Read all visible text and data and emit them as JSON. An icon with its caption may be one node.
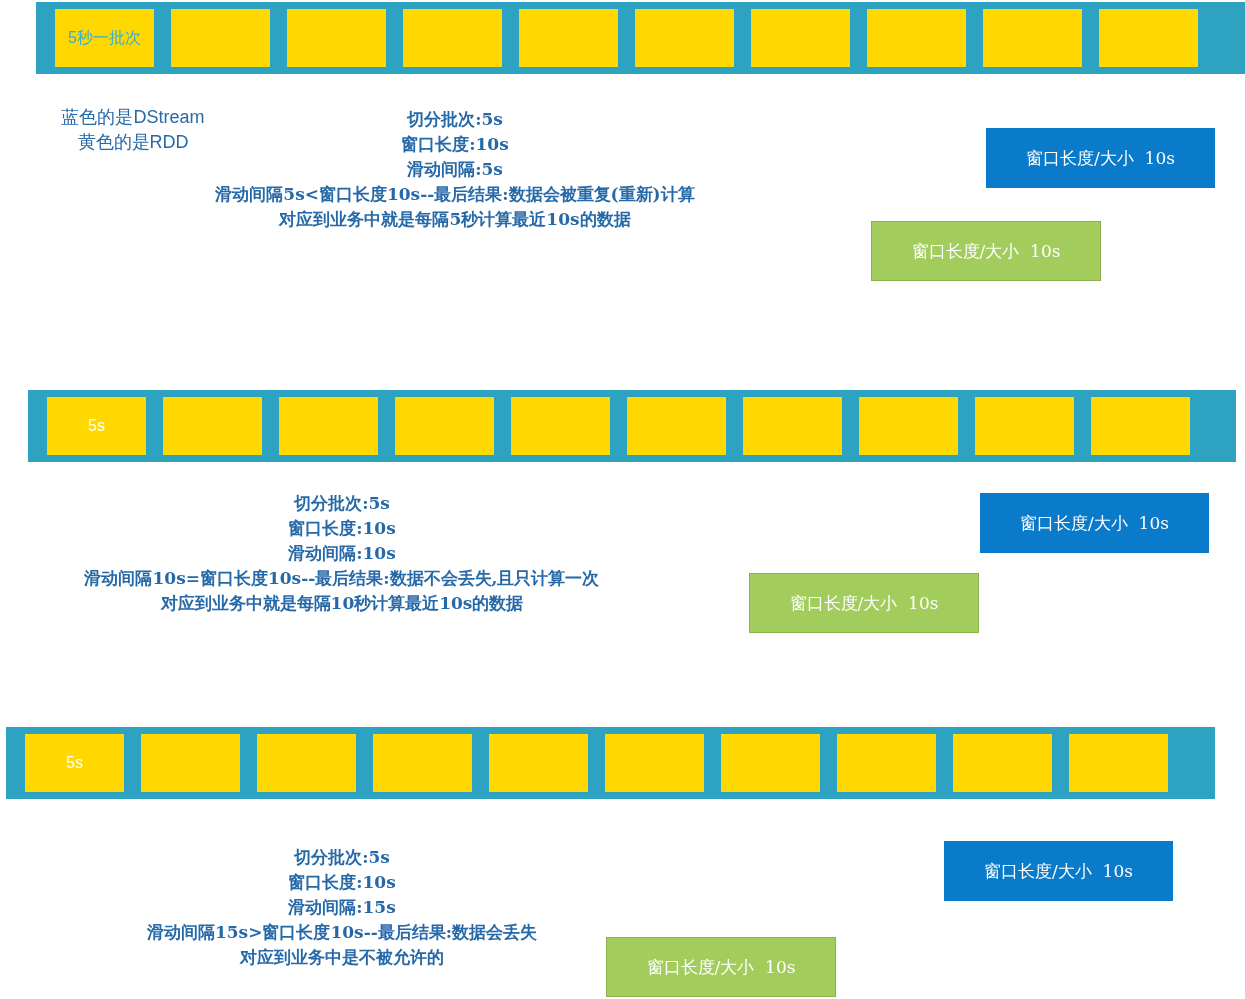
{
  "diagram": {
    "nodes": [
      {
        "text": [],
        "shape": "bar"
      },
      {
        "text": [
          "5秒一批次"
        ],
        "in": 0
      },
      {
        "text": [],
        "shape": "box",
        "in": 0
      },
      {
        "text": [],
        "shape": "box",
        "in": 0
      },
      {
        "text": [],
        "shape": "box",
        "in": 0
      },
      {
        "text": [],
        "shape": "box",
        "in": 0
      },
      {
        "text": [],
        "shape": "box",
        "in": 0
      },
      {
        "text": [],
        "shape": "box",
        "in": 0
      },
      {
        "text": [],
        "shape": "box",
        "in": 0
      },
      {
        "text": [],
        "shape": "box",
        "in": 0
      },
      {
        "text": [],
        "shape": "box",
        "in": 0
      },
      {
        "text": [
          "窗口长度/大小  10s"
        ]
      },
      {
        "text": [
          "窗口长度/大小  10s"
        ]
      },
      {
        "text": [],
        "shape": "bar"
      },
      {
        "text": [
          "5s"
        ],
        "in": 13
      },
      {
        "text": [],
        "shape": "box",
        "in": 13
      },
      {
        "text": [],
        "shape": "box",
        "in": 13
      },
      {
        "text": [],
        "shape": "box",
        "in": 13
      },
      {
        "text": [],
        "shape": "box",
        "in": 13
      },
      {
        "text": [],
        "shape": "box",
        "in": 13
      },
      {
        "text": [],
        "shape": "box",
        "in": 13
      },
      {
        "text": [],
        "shape": "box",
        "in": 13
      },
      {
        "text": [],
        "shape": "box",
        "in": 13
      },
      {
        "text": [],
        "shape": "box",
        "in": 13
      },
      {
        "text": [
          "窗口长度/大小  10s"
        ]
      },
      {
        "text": [
          "窗口长度/大小  10s"
        ]
      },
      {
        "text": [],
        "shape": "bar"
      },
      {
        "text": [
          "5s"
        ],
        "in": 26
      },
      {
        "text": [],
        "shape": "box",
        "in": 26
      },
      {
        "text": [],
        "shape": "box",
        "in": 26
      },
      {
        "text": [],
        "shape": "box",
        "in": 26
      },
      {
        "text": [],
        "shape": "box",
        "in": 26
      },
      {
        "text": [],
        "shape": "box",
        "in": 26
      },
      {
        "text": [],
        "shape": "box",
        "in": 26
      },
      {
        "text": [],
        "shape": "box",
        "in": 26
      },
      {
        "text": [],
        "shape": "box",
        "in": 26
      },
      {
        "text": [],
        "shape": "box",
        "in": 26
      },
      {
        "text": [
          "窗口长度/大小  10s"
        ]
      },
      {
        "text": [
          "窗口长度/大小  10s"
        ]
      }
    ],
    "labels": [
      "蓝色的是DStream",
      "黄色的是RDD",
      "切分批次:5s",
      "窗口长度:10s",
      "滑动间隔:5s",
      "滑动间隔5s<窗口长度10s--最后结果:数据会被重复(重新)计算",
      "对应到业务中就是每隔5秒计算最近10s的数据",
      "切分批次:5s",
      "窗口长度:10s",
      "滑动间隔:10s",
      "滑动间隔10s=窗口长度10s--最后结果:数据不会丢失,且只计算一次",
      "对应到业务中就是每隔10秒计算最近10s的数据",
      "切分批次:5s",
      "窗口长度:10s",
      "滑动间隔:15s",
      "滑动间隔15s>窗口长度10s--最后结果:数据会丢失",
      "对应到业务中是不被允许的"
    ]
  }
}
